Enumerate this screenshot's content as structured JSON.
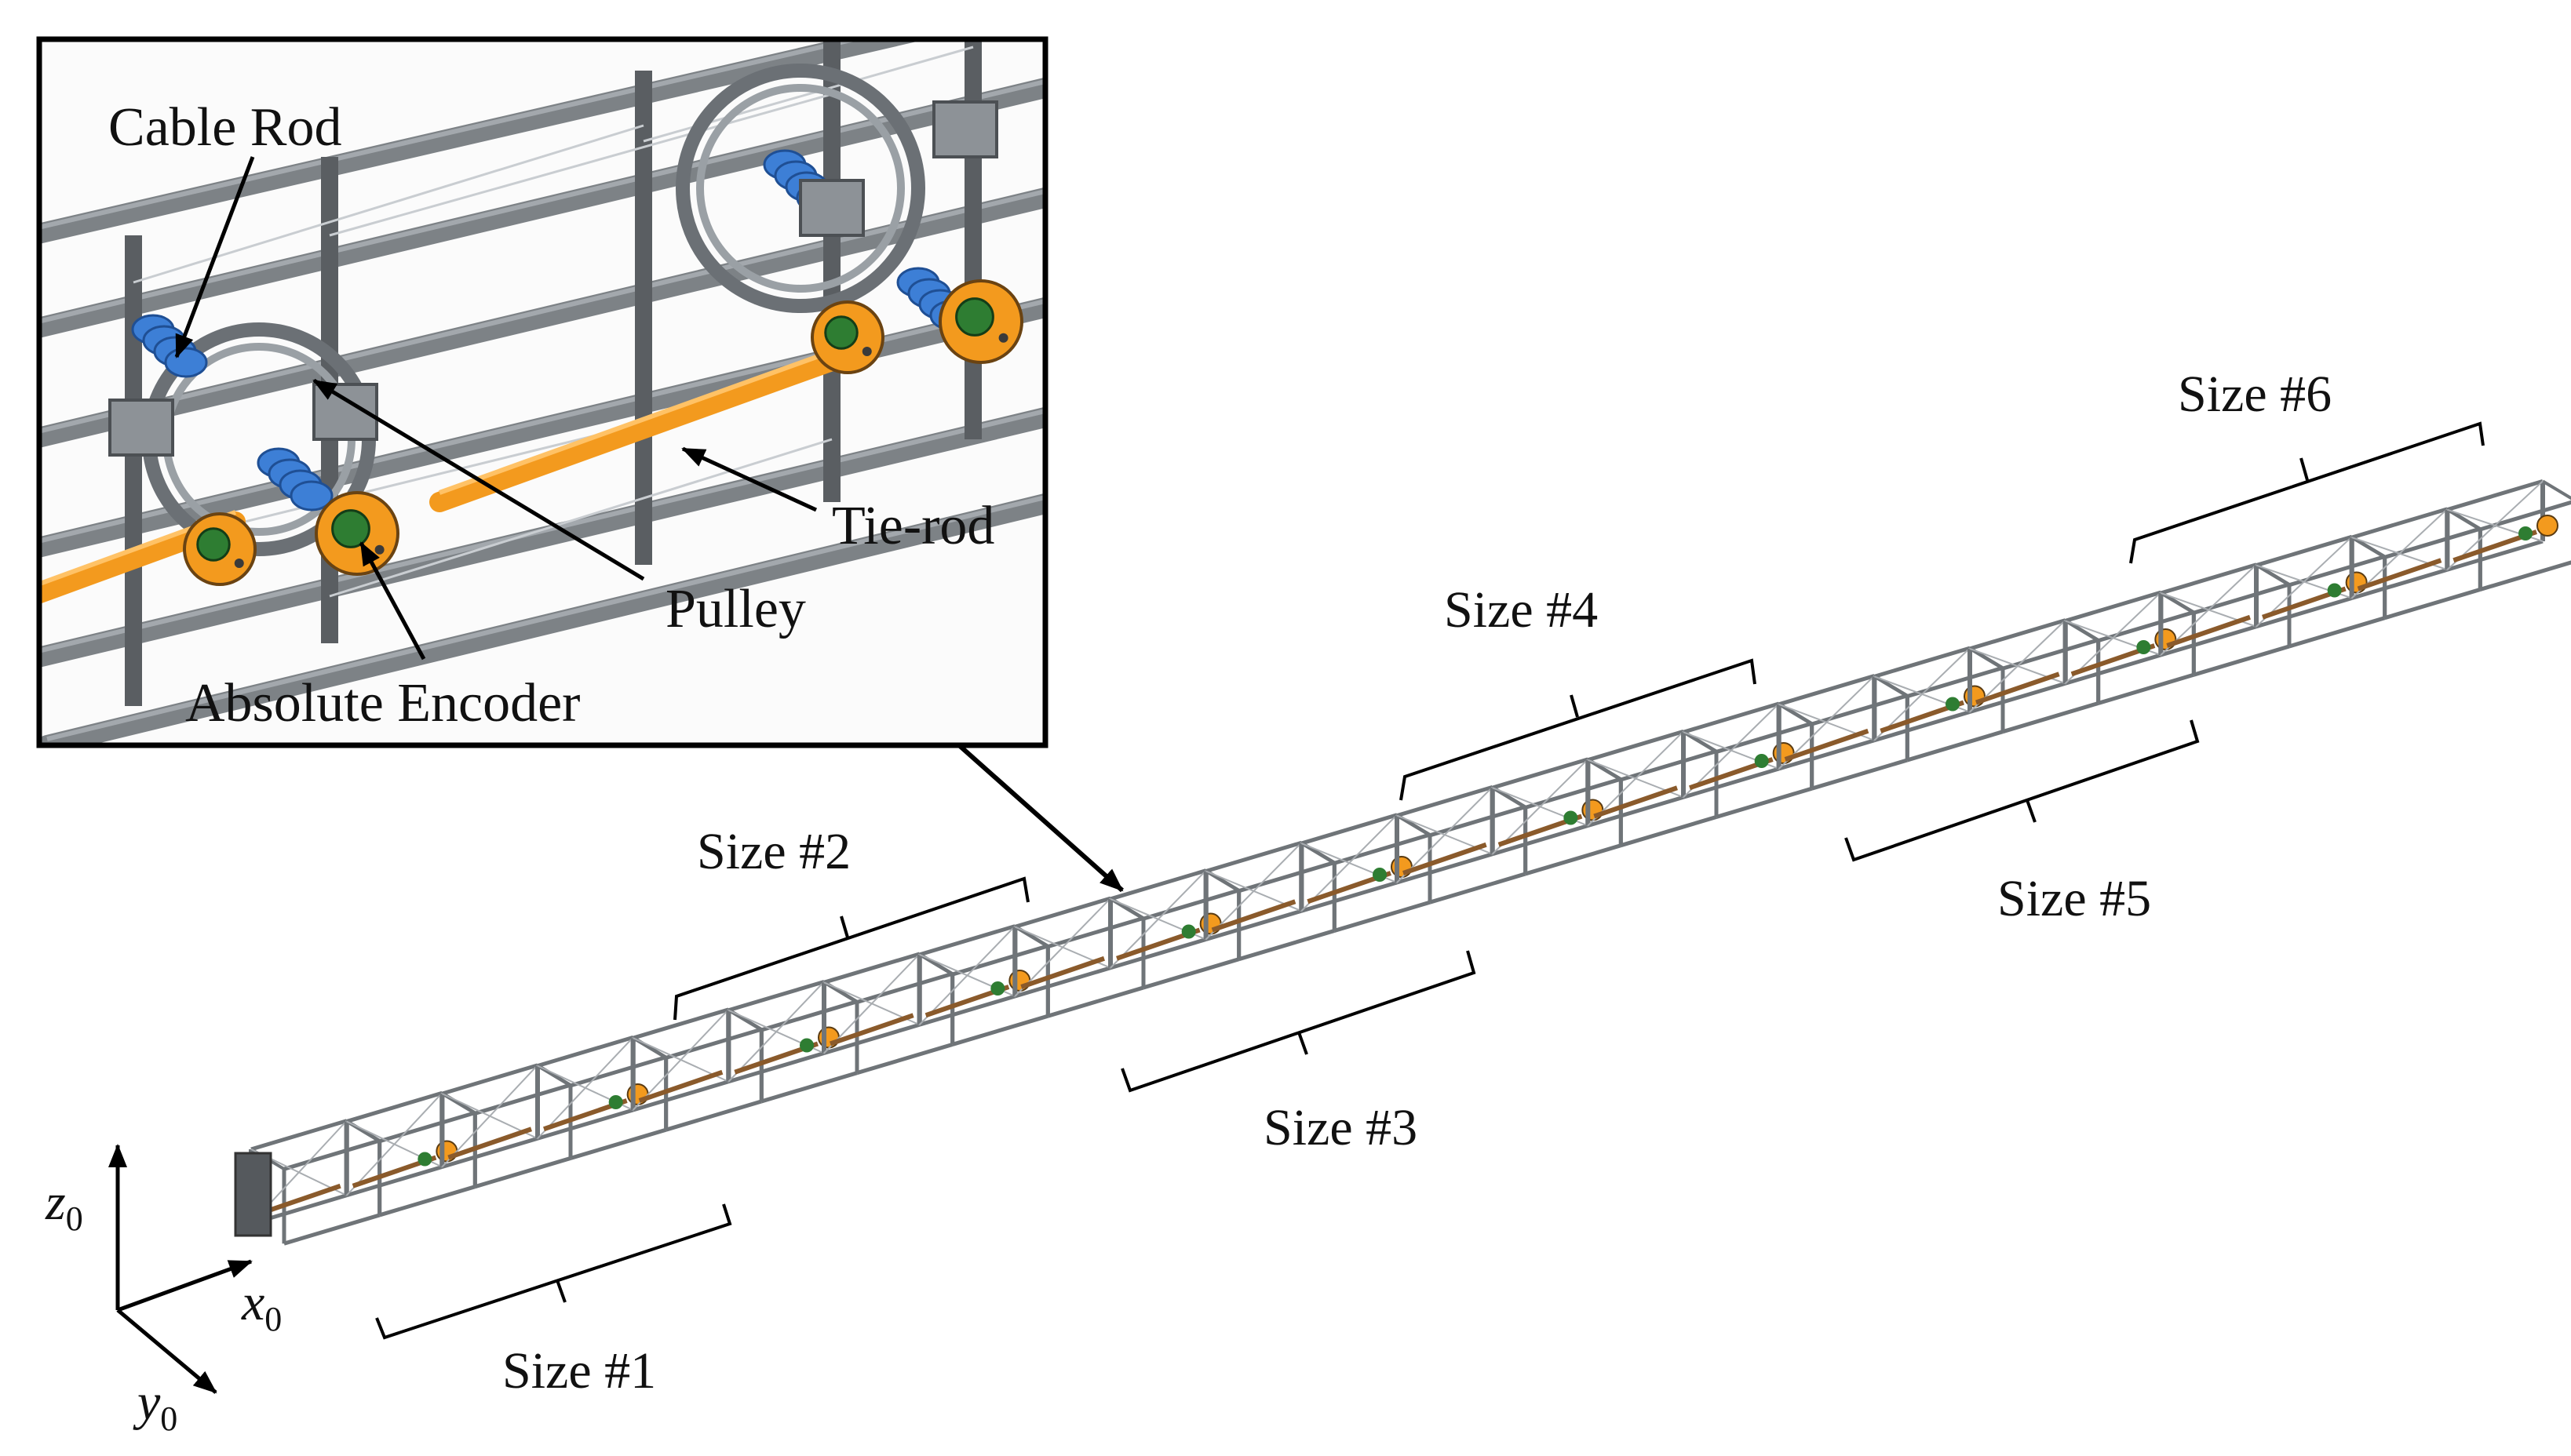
{
  "inset": {
    "callouts": {
      "cable_rod": "Cable Rod",
      "tie_rod": "Tie-rod",
      "pulley": "Pulley",
      "absolute_encoder": "Absolute Encoder"
    }
  },
  "sizes": {
    "size1": "Size #1",
    "size2": "Size #2",
    "size3": "Size #3",
    "size4": "Size #4",
    "size5": "Size #5",
    "size6": "Size #6"
  },
  "axes": {
    "z_label": "z",
    "z_sub": "0",
    "x_label": "x",
    "x_sub": "0",
    "y_label": "y",
    "y_sub": "0"
  },
  "colors": {
    "frame": "#6f7478",
    "tie_rod": "#f39a1e",
    "cable_rod": "#3d7fd6",
    "encoder_face": "#2e7d32",
    "outline": "#000000"
  }
}
